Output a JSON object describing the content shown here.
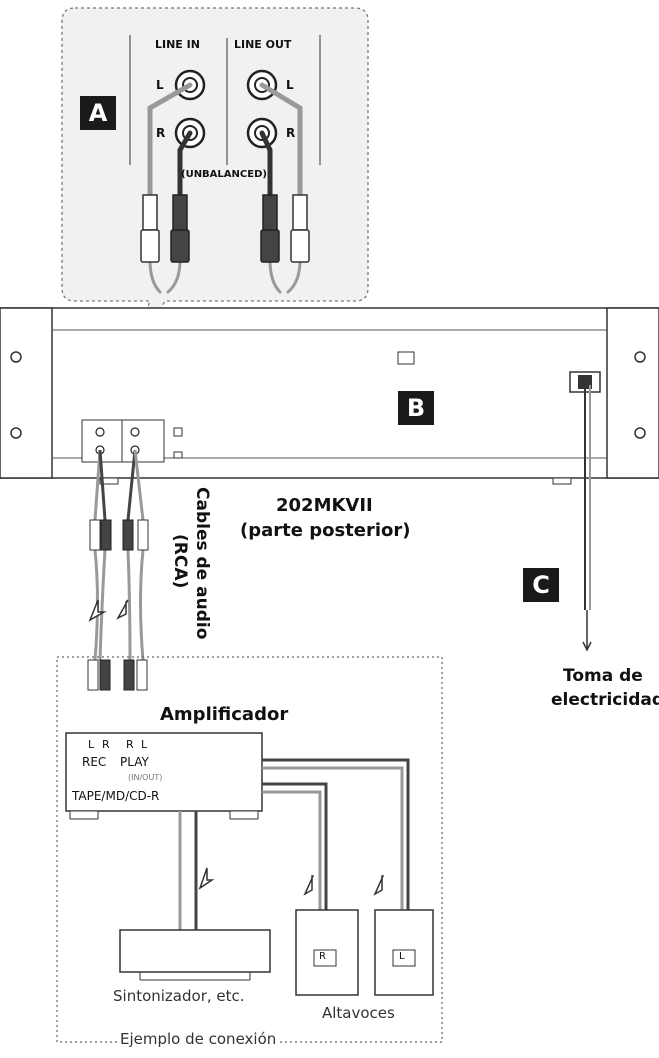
{
  "callout_a": {
    "tag": "A",
    "line_in": "LINE IN",
    "line_out": "LINE OUT",
    "left": "L",
    "right": "R",
    "unbalanced": "(UNBALANCED)"
  },
  "unit": {
    "tag": "B",
    "model": "202MKVII",
    "side": "(parte posterior)"
  },
  "cables": {
    "label_line1": "Cables de audio",
    "label_line2": "(RCA)"
  },
  "power": {
    "tag": "C",
    "label_line1": "Toma de",
    "label_line2": "electricidad"
  },
  "amplifier": {
    "title": "Amplificador",
    "jack_labels": [
      "L",
      "R",
      "R",
      "L"
    ],
    "rec": "REC",
    "play": "PLAY",
    "in_out": "(IN/OUT)",
    "source": "TAPE/MD/CD-R"
  },
  "tuner": {
    "label": "Sintonizador, etc."
  },
  "speakers": {
    "label": "Altavoces",
    "right": "R",
    "left": "L"
  },
  "example": {
    "label": "Ejemplo de conexión"
  }
}
